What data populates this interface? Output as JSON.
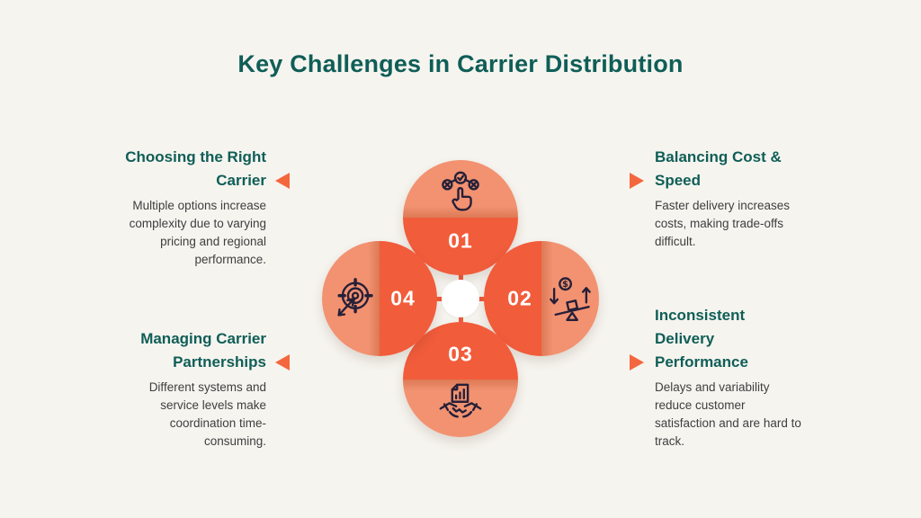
{
  "title": "Key Challenges in Carrier Distribution",
  "palette": {
    "background": "#F6F4EF",
    "heading_teal": "#0F5E57",
    "orange_dark": "#F15C3B",
    "orange_light": "#F29271",
    "arrow_orange": "#F4673E",
    "body_text": "#3F3E3E",
    "icon_stroke": "#262038",
    "hub_white": "#FFFFFF"
  },
  "challenges": [
    {
      "number": "01",
      "circle_position": "top",
      "icon": "hand-choosing-icon",
      "title": "Choosing the Right Carrier",
      "title_lines": [
        "Choosing the Right",
        "Carrier"
      ],
      "description": "Multiple options increase complexity due to varying pricing and regional performance.",
      "description_lines": [
        "Multiple options increase",
        "complexity due to varying",
        "pricing and regional",
        "performance."
      ]
    },
    {
      "number": "02",
      "circle_position": "right",
      "icon": "cost-speed-balance-icon",
      "title": "Balancing Cost & Speed",
      "title_lines": [
        "Balancing Cost &",
        "Speed"
      ],
      "description": "Faster delivery increases costs, making trade-offs difficult.",
      "description_lines": [
        "Faster delivery increases",
        "costs, making trade-offs",
        "difficult."
      ]
    },
    {
      "number": "03",
      "circle_position": "bottom",
      "icon": "handshake-partnership-icon",
      "title": "Managing Carrier Partnerships",
      "title_lines": [
        "Managing Carrier",
        "Partnerships"
      ],
      "description": "Different systems and service levels make coordination time-consuming.",
      "description_lines": [
        "Different systems and",
        "service levels make",
        "coordination time-",
        "consuming."
      ]
    },
    {
      "number": "04",
      "circle_position": "left",
      "icon": "target-dart-icon",
      "title": "Inconsistent Delivery Performance",
      "title_lines": [
        "Inconsistent",
        "Delivery",
        "Performance"
      ],
      "description": "Delays and variability reduce customer satisfaction and are hard to track.",
      "description_lines": [
        "Delays and variability",
        "reduce customer",
        "satisfaction and are hard to",
        "track."
      ]
    }
  ]
}
